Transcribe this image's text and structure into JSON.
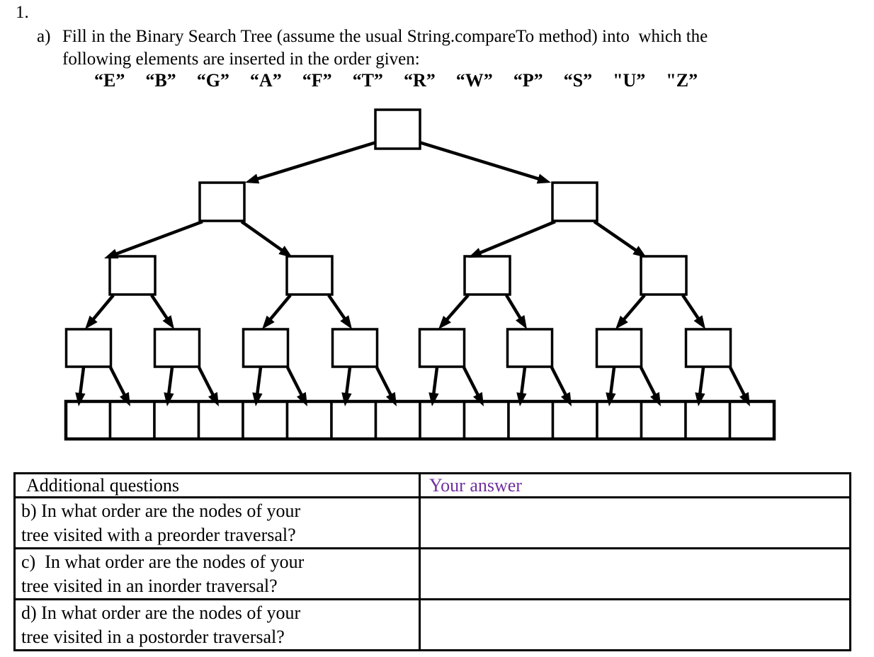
{
  "page": {
    "background": "#ffffff",
    "text_color": "#000000"
  },
  "problem": {
    "number": "1."
  },
  "part_a": {
    "marker": "a)",
    "line1": "Fill in the Binary Search Tree (assume the usual String.compareTo method) into  which the",
    "line2": "following elements are inserted in the order given:"
  },
  "insert_sequence": {
    "items": [
      "“E”",
      "“B”",
      "“G”",
      "“A”",
      "“F”",
      "“T”",
      "“R”",
      "“W”",
      "“P”",
      "“S”",
      "\"U”",
      "\"Z”"
    ]
  },
  "tree": {
    "description": "empty binary search tree diagram: root, 2 nodes, 4 nodes, 8 nodes, and a contiguous row of 16 empty leaf cells; all boxes blank",
    "levels": [
      1,
      2,
      4,
      8
    ],
    "leaf_cells": 16
  },
  "table": {
    "header": {
      "questions": "Additional questions",
      "answer": "Your answer"
    },
    "answer_header_color": "#7030A0",
    "rows": [
      {
        "id": "b",
        "question": "b) In what order are the nodes of your\ntree visited with a preorder traversal?",
        "answer": ""
      },
      {
        "id": "c",
        "question": "c)  In what order are the nodes of your\ntree visited in an inorder traversal?",
        "answer": ""
      },
      {
        "id": "d",
        "question": "d) In what order are the nodes of your\ntree visited in a postorder traversal?",
        "answer": ""
      }
    ]
  }
}
